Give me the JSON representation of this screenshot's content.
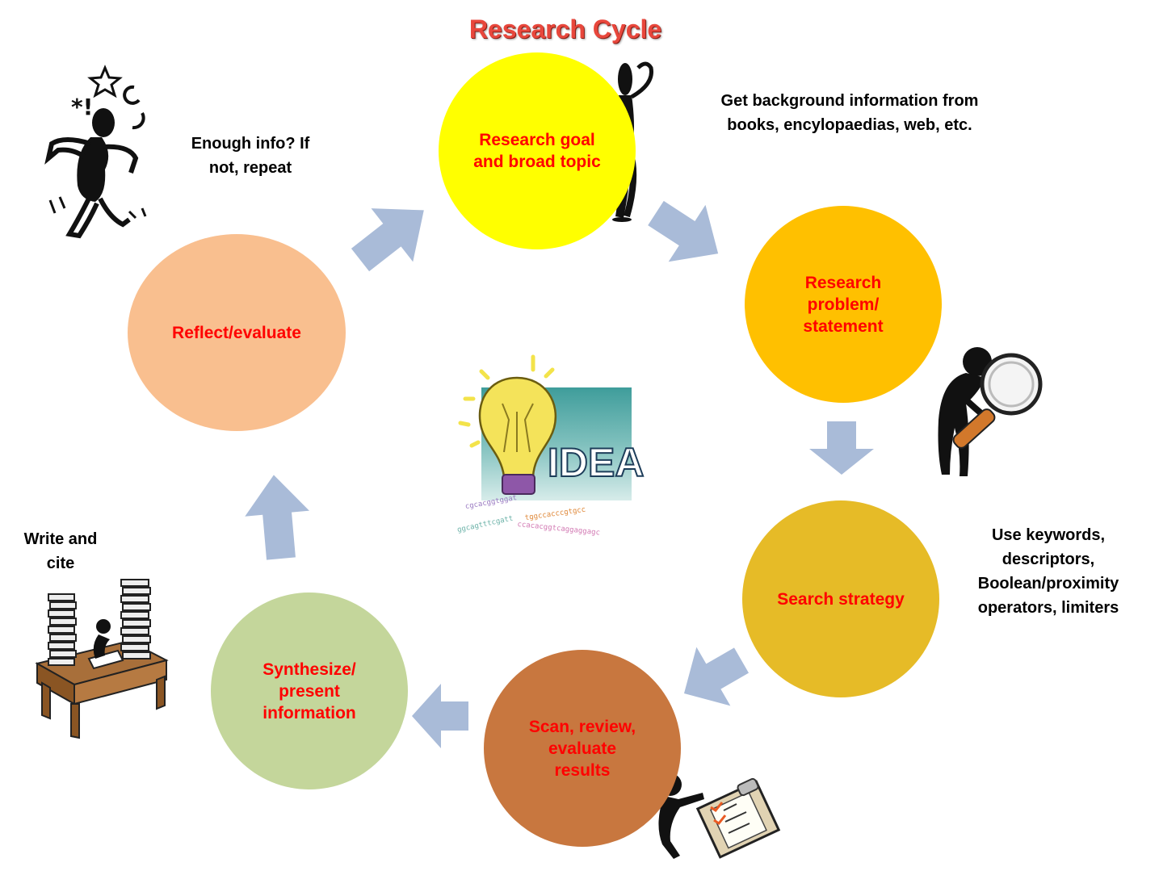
{
  "title": "Research Cycle",
  "colors": {
    "title": "#e8473c",
    "node_text": "#ff0000",
    "arrow": "#a9bbd8",
    "goal": "#ffff00",
    "problem": "#ffc000",
    "search": "#e6bb27",
    "scan": "#c8773f",
    "synthesize": "#c4d69b",
    "reflect": "#f9bf8f"
  },
  "nodes": [
    {
      "id": "goal",
      "label": "Research goal\nand broad topic"
    },
    {
      "id": "problem",
      "label": "Research\nproblem/\nstatement"
    },
    {
      "id": "search",
      "label": "Search strategy"
    },
    {
      "id": "scan",
      "label": "Scan, review,\nevaluate\nresults"
    },
    {
      "id": "synthesize",
      "label": "Synthesize/\npresent\ninformation"
    },
    {
      "id": "reflect",
      "label": "Reflect/evaluate"
    }
  ],
  "notes": {
    "background": "Get background information from\nbooks, encylopaedias, web, etc.",
    "keywords": "Use keywords,\ndescriptors,\nBoolean/proximity\noperators, limiters",
    "enough": "Enough info? If\nnot, repeat",
    "write": "Write and\ncite"
  },
  "idea": {
    "word": "IDEA",
    "dna_lines": [
      "cgcacggtggat",
      "ggcagtttcgatt",
      "ccacacggtcaggaggagc",
      "tggccacccgtgcc"
    ]
  },
  "icons": [
    "thinking-figure-icon",
    "magnifier-figure-icon",
    "checklist-figure-icon",
    "writing-desk-icon",
    "frustrated-figure-icon",
    "idea-lightbulb-icon"
  ]
}
